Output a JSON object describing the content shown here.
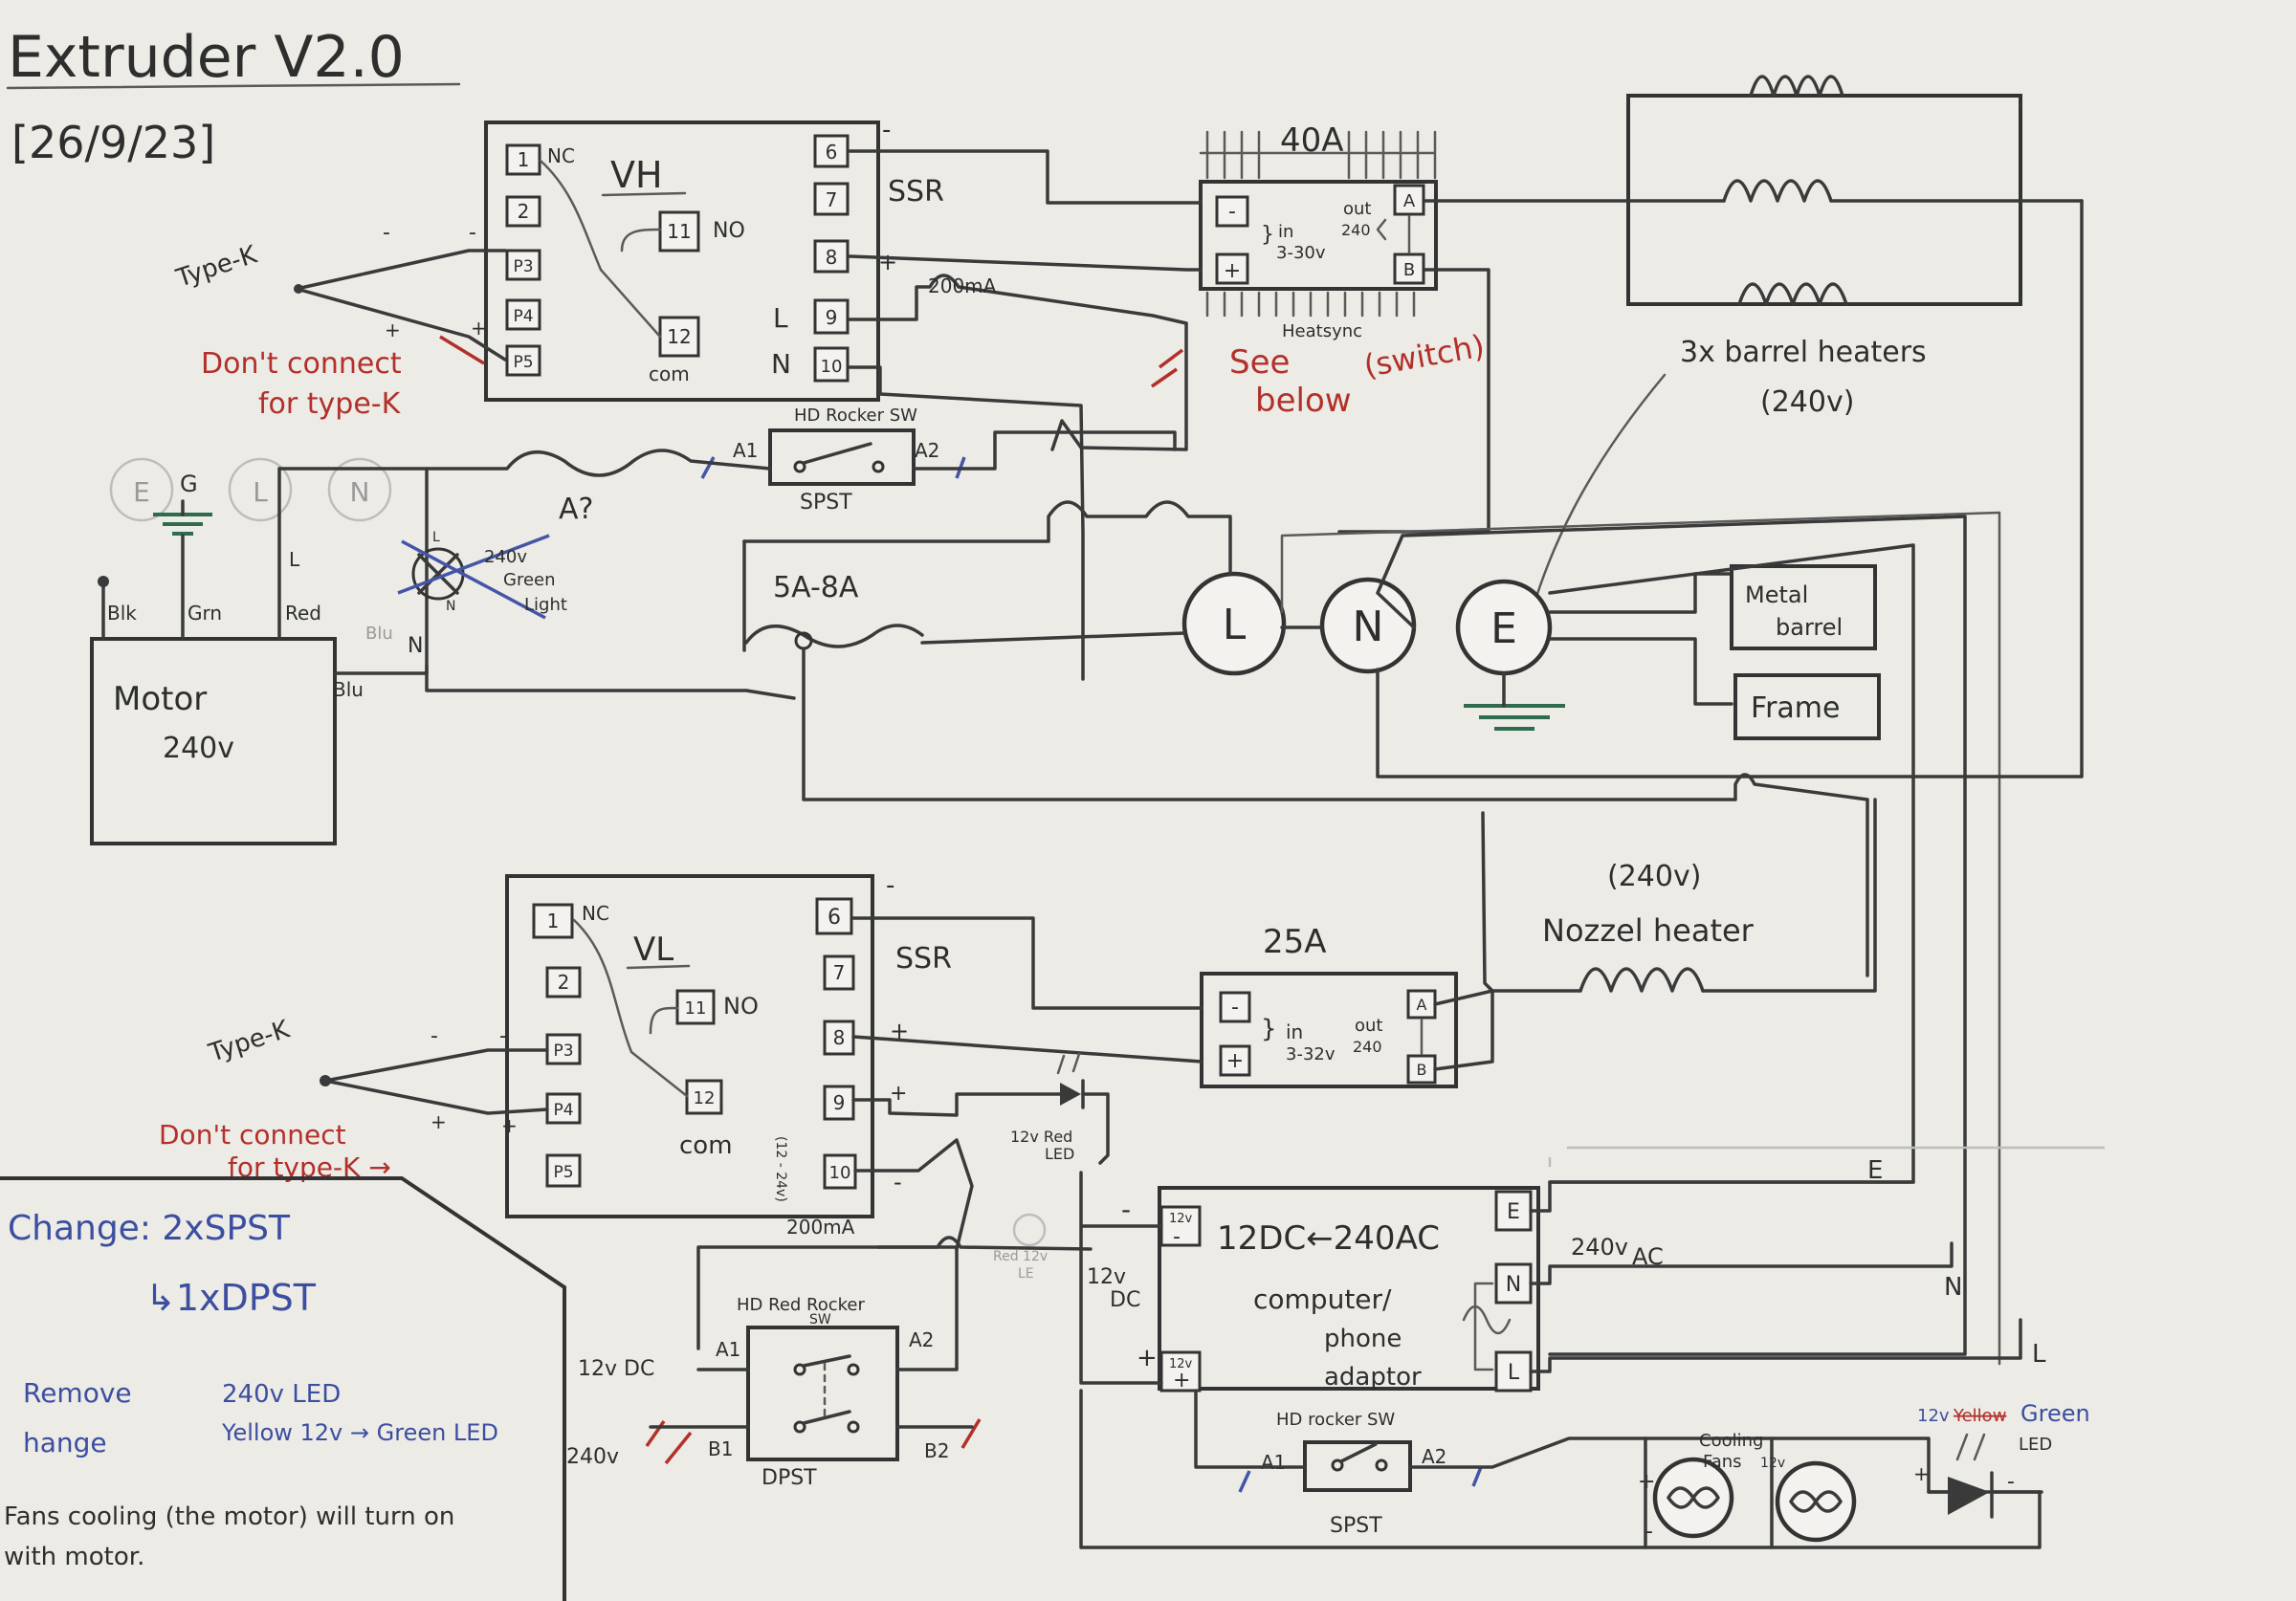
{
  "header": {
    "title": "Extruder V2.0",
    "date": "[26/9/23]"
  },
  "controller_vh": {
    "name": "VH",
    "pins": [
      "1",
      "2",
      "P3",
      "P4",
      "P5",
      "6",
      "7",
      "8",
      "9",
      "10",
      "11",
      "12"
    ],
    "nc": "NC",
    "no": "NO",
    "com": "com",
    "ssr": "SSR",
    "l": "L",
    "n": "N",
    "minus": "-",
    "plus": "+"
  },
  "controller_vl": {
    "name": "VL",
    "pins": [
      "1",
      "2",
      "P3",
      "P4",
      "P5",
      "6",
      "7",
      "8",
      "9",
      "10",
      "11",
      "12"
    ],
    "nc": "NC",
    "no": "NO",
    "com": "com",
    "ssr": "SSR",
    "supply": "(12 - 24v)",
    "minus": "-",
    "plus": "+"
  },
  "thermocouple_top": {
    "label": "Type-K",
    "note_1": "Don't connect",
    "note_2": "for type-K"
  },
  "thermocouple_bottom": {
    "label": "Type-K",
    "note_1": "Don't connect",
    "note_2": "for type-K →"
  },
  "ssr_40a": {
    "rating": "40A",
    "in_label": "in",
    "in_range": "3-30v",
    "out_label": "out",
    "out_value": "240",
    "terminal_a": "A",
    "terminal_b": "B",
    "minus": "-",
    "plus": "+",
    "heatsink": "Heatsync"
  },
  "ssr_25a": {
    "rating": "25A",
    "in_label": "in",
    "in_range": "3-32v",
    "out_label": "out",
    "out_value": "240",
    "terminal_a": "A",
    "terminal_b": "B",
    "minus": "-",
    "plus": "+"
  },
  "fuses": {
    "top": "200mA",
    "mid": "A?",
    "main": "5A-8A",
    "bottom": "200mA"
  },
  "notes": {
    "see_below_1": "See",
    "see_below_2": "below",
    "switch": "(switch)"
  },
  "rocker_spst_top": {
    "title": "HD Rocker SW",
    "a1": "A1",
    "a2": "A2",
    "type": "SPST"
  },
  "mains": {
    "faint": [
      "E",
      "L",
      "N"
    ],
    "g": "G",
    "l": "L",
    "n": "N",
    "earth": "E"
  },
  "motor": {
    "title": "Motor",
    "voltage": "240v",
    "wire_blk": "Blk",
    "wire_grn": "Grn",
    "wire_red": "Red",
    "wire_blu": "Blu",
    "wire_blu_faint": "Blu",
    "l": "L",
    "n": "N"
  },
  "green_light": {
    "label_1": "240v",
    "label_2": "Green",
    "label_3": "Light",
    "l": "L",
    "n": "N"
  },
  "barrel_heaters": {
    "label": "3x barrel heaters",
    "voltage": "(240v)"
  },
  "earth_targets": {
    "metal_1": "Metal",
    "metal_2": "barrel",
    "frame": "Frame"
  },
  "nozzle_heater": {
    "voltage": "(240v)",
    "label": "Nozzel heater"
  },
  "red_led": {
    "label_1": "12v Red",
    "label_2": "LED"
  },
  "faint_led": {
    "label_1": "Red 12v",
    "label_2": "LE"
  },
  "rocker_dpst": {
    "title_1": "HD Red Rocker",
    "title_2": "SW",
    "a1": "A1",
    "a2": "A2",
    "b1": "B1",
    "b2": "B2",
    "type": "DPST",
    "supply_12": "12v DC",
    "supply_240": "240v"
  },
  "psu": {
    "title": "12DC←240AC",
    "desc_1": "computer/",
    "desc_2": "phone",
    "desc_3": "adaptor",
    "out_12v_minus": "12v",
    "out_12v_plus": "12v",
    "dc_1": "12v",
    "dc_2": "DC",
    "minus": "-",
    "plus": "+",
    "ac_1": "240v",
    "ac_2": "AC",
    "e": "E",
    "n": "N",
    "l": "L"
  },
  "bus_labels": {
    "e": "E",
    "n": "N",
    "l": "L"
  },
  "rocker_spst_bottom": {
    "title": "HD rocker SW",
    "a1": "A1",
    "a2": "A2",
    "type": "SPST"
  },
  "fans": {
    "label_1": "Cooling",
    "label_2": "Fans",
    "volt": "12v",
    "plus": "+",
    "minus": "-"
  },
  "green_led": {
    "v": "12v",
    "struck": "Yellow",
    "color": "Green",
    "led": "LED",
    "plus": "+",
    "minus": "-"
  },
  "change_notes": {
    "change_1": "Change: 2xSPST",
    "change_2": "↳1xDPST",
    "remove_1": "Remove",
    "remove_2": "240v LED",
    "change_3": "hange",
    "change_4": "Yellow 12v → Green LED",
    "fans_1": "Fans cooling (the motor) will turn on",
    "fans_2": "with motor."
  },
  "colors": {
    "pencil": "#3a3a3a",
    "paper": "#ecebe6",
    "red_pen": "#b3302a",
    "blue_pen": "#3c4ea0",
    "earth_green": "#2f6b4f"
  }
}
